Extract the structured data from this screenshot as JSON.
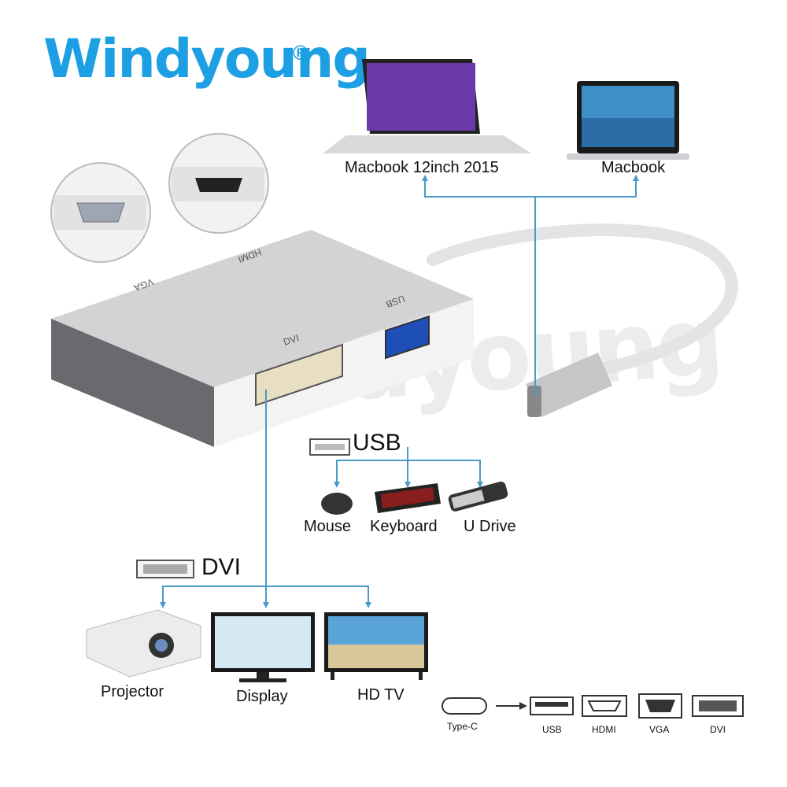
{
  "brand": {
    "name": "Windyoung",
    "reg_mark": "®"
  },
  "top_devices": {
    "left_label": "Macbook 12inch 2015",
    "right_label": "Macbook"
  },
  "adapter": {
    "port_labels": {
      "vga": "VGA",
      "hdmi": "HDMI",
      "usb": "USB",
      "dvi": "DVI"
    },
    "watermark": "Windyoung"
  },
  "usb_section": {
    "title": "USB",
    "items": [
      "Mouse",
      "Keyboard",
      "U Drive"
    ]
  },
  "dvi_section": {
    "title": "DVI",
    "items": [
      "Projector",
      "Display",
      "HD TV"
    ]
  },
  "bottom_strip": {
    "source": "Type-C",
    "outputs": [
      "USB",
      "HDMI",
      "VGA",
      "DVI"
    ]
  },
  "colors": {
    "brand_blue": "#1da0e3",
    "line_blue": "#4a9ac8",
    "adapter_silver": "#c9c9cc"
  }
}
